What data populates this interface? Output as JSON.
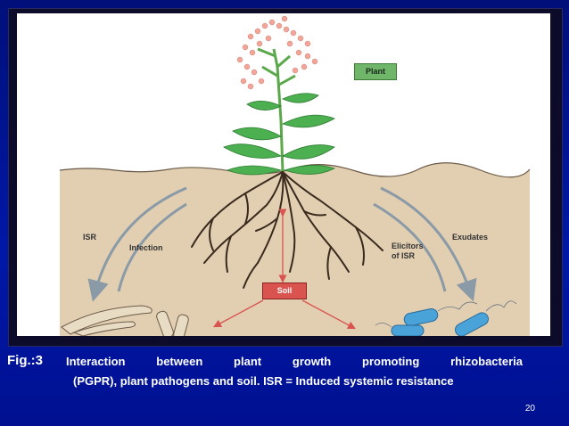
{
  "figure": {
    "labels": {
      "plant": "Plant",
      "soil": "Soil",
      "isr": "ISR",
      "infection": "Infection",
      "elicitors": "Elicitors",
      "of_isr": "of ISR",
      "exudates": "Exudates"
    }
  },
  "caption": {
    "fig_label": "Fig.:3",
    "line1": "Interaction between plant growth promoting rhizobacteria",
    "line2": "(PGPR), plant pathogens and soil. ISR = Induced systemic resistance"
  },
  "page_number": "20",
  "colors": {
    "background": "#0018a8",
    "soil": "#e2cfb2",
    "leaf": "#4caf50",
    "flower": "#f2a69a",
    "root": "#3a2a1e",
    "arrow_red": "#d9534f",
    "bacteria": "#4aa3d8"
  }
}
